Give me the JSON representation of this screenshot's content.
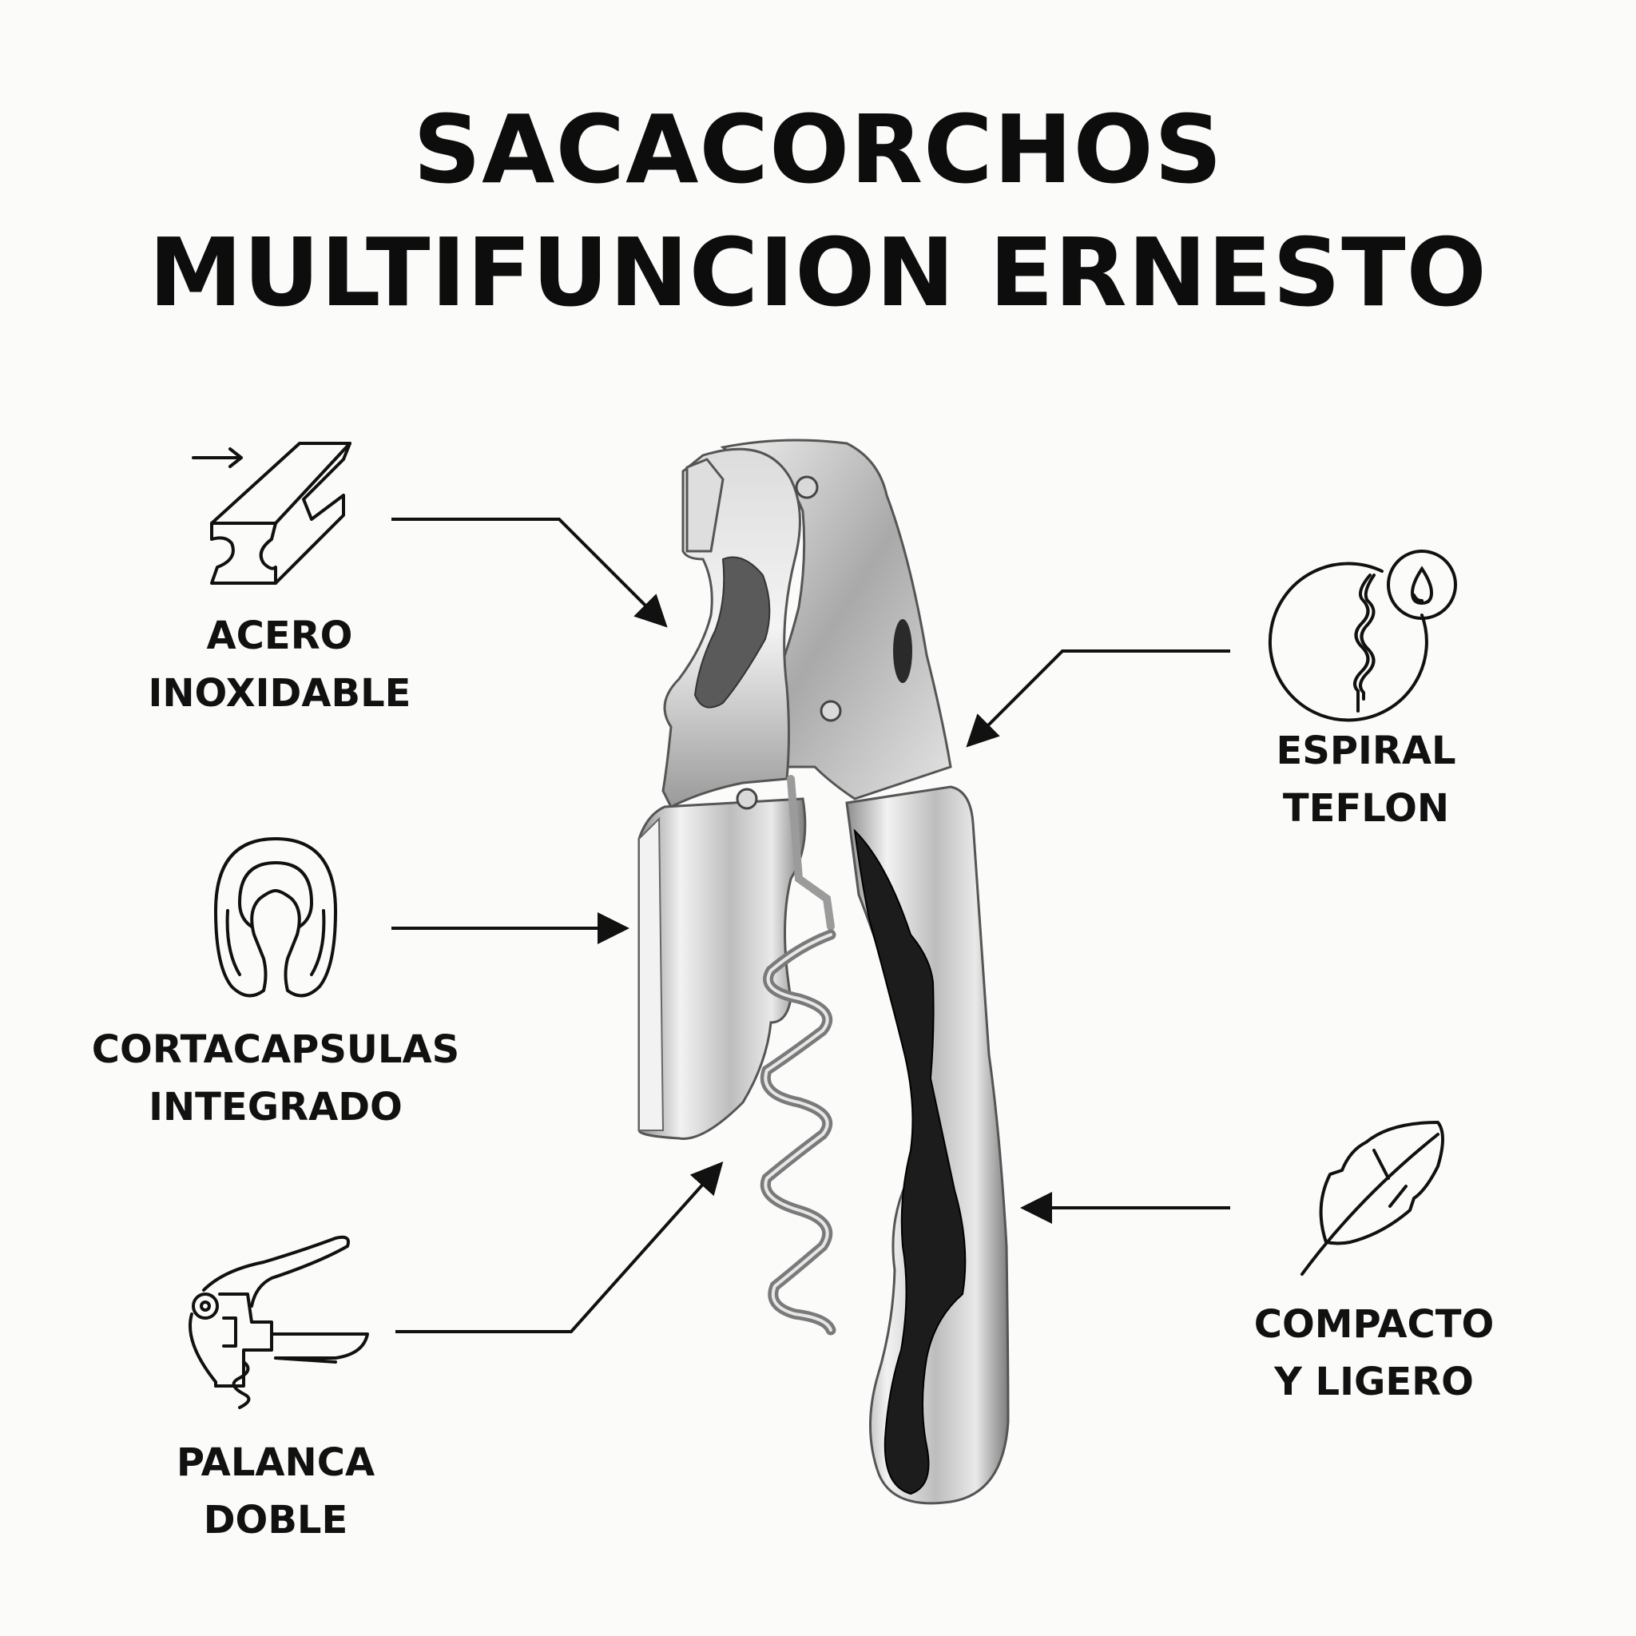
{
  "title": {
    "line1": "SACACORCHOS",
    "line2": "MULTIFUNCION ERNESTO"
  },
  "features": [
    {
      "line1": "ACERO",
      "line2": "INOXIDABLE",
      "icon": "steel-beam-icon"
    },
    {
      "line1": "CORTACAPSULAS",
      "line2": "INTEGRADO",
      "icon": "foil-cutter-icon"
    },
    {
      "line1": "PALANCA",
      "line2": "DOBLE",
      "icon": "lever-corkscrew-icon"
    },
    {
      "line1": "ESPIRAL",
      "line2": "TEFLON",
      "icon": "teflon-spiral-icon"
    },
    {
      "line1": "COMPACTO",
      "line2": "Y LIGERO",
      "icon": "feather-icon"
    }
  ],
  "colors": {
    "background": "#fbfbf9",
    "text": "#111111",
    "steel": "#c9c9c9",
    "handle": "#1c1c1c"
  }
}
